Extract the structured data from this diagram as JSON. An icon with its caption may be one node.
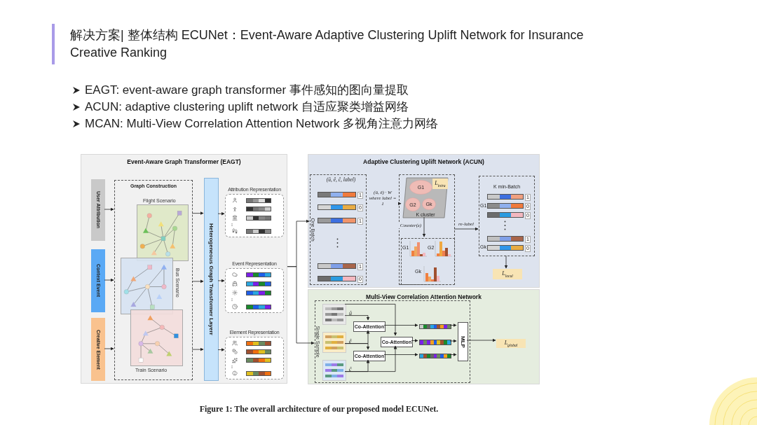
{
  "diagram": {
    "title": "解决方案| 整体结构 ECUNet：Event-Aware Adaptive Clustering Uplift Network for Insurance Creative Ranking",
    "caption": "Figure 1: The overall architecture of our proposed model ECUNet.",
    "nodes": [
      {
        "text": [
          "Event-Aware Graph Transformer (EAGT)"
        ]
      },
      {
        "text": [
          "User Attribution"
        ],
        "in": 0
      },
      {
        "text": [
          "Context Event"
        ],
        "in": 0
      },
      {
        "text": [
          "Creative Element"
        ],
        "in": 0
      },
      {
        "text": [
          "Graph Construction"
        ],
        "in": 0
      },
      {
        "text": [
          "Flight Scenario"
        ],
        "in": 4
      },
      {
        "text": [
          "Bus Scenario"
        ],
        "in": 4
      },
      {
        "text": [
          "Train Scenario"
        ],
        "in": 4
      },
      {
        "text": [
          "Heterogeneous Graph Transformer Layerr"
        ],
        "in": 0
      },
      {
        "text": [
          "Attribution Representation"
        ],
        "in": 0
      },
      {
        "text": [
          "Event Representation"
        ],
        "in": 0
      },
      {
        "text": [
          "Element Representation"
        ],
        "in": 0
      },
      {
        "text": [
          "Adaptive Clustering Uplift Network (ACUN)"
        ]
      },
      {
        "text": [
          "(û, ê, ĉ, label)",
          "One Batch"
        ],
        "in": 12
      },
      {
        "text": [],
        "shape": "box",
        "in": 12
      },
      {
        "text": [
          "K cluster"
        ],
        "in": 14
      },
      {
        "text": [
          "L$_{intra}$"
        ],
        "in": 15
      },
      {
        "text": [
          "G1"
        ],
        "in": 15
      },
      {
        "text": [
          "G2"
        ],
        "in": 15
      },
      {
        "text": [
          "Gk"
        ],
        "in": 15
      },
      {
        "text": [
          "G1",
          "G2",
          "Gk"
        ],
        "in": 14
      },
      {
        "text": [
          "K min-Batch",
          "G1",
          "Gk"
        ],
        "in": 12
      },
      {
        "text": [
          "L$_{local}$"
        ],
        "in": 12
      },
      {
        "text": [
          "Multi-View Correlation Attention Network"
        ]
      },
      {
        "text": [
          "Single Sample"
        ],
        "in": 23
      },
      {
        "text": [
          "û"
        ],
        "in": 24
      },
      {
        "text": [
          "ê"
        ],
        "in": 24
      },
      {
        "text": [
          "ĉ"
        ],
        "in": 24
      },
      {
        "text": [
          "Co-Attention"
        ],
        "in": 24
      },
      {
        "text": [
          "Co-Attention"
        ],
        "in": 24
      },
      {
        "text": [
          "Co-Attention"
        ],
        "in": 24
      },
      {
        "text": [],
        "shape": "bar",
        "in": 24
      },
      {
        "text": [],
        "shape": "bar",
        "in": 24
      },
      {
        "text": [],
        "shape": "bar",
        "in": 24
      },
      {
        "text": [
          "MLP"
        ],
        "in": 24
      },
      {
        "text": [
          "L$_{global}$"
        ],
        "in": 23
      }
    ],
    "edges": [
      {
        "from": 1,
        "to": 4,
        "arrow": "to"
      },
      {
        "from": 2,
        "to": 4,
        "arrow": "to"
      },
      {
        "from": 3,
        "to": 4,
        "arrow": "to"
      },
      {
        "from": 4,
        "to": 8,
        "arrow": "to"
      },
      {
        "from": 4,
        "to": 8,
        "arrow": "to"
      },
      {
        "from": 4,
        "to": 8,
        "arrow": "to"
      },
      {
        "from": 8,
        "to": 9,
        "arrow": "to"
      },
      {
        "from": 8,
        "to": 10,
        "arrow": "to"
      },
      {
        "from": 8,
        "to": 11,
        "arrow": "to"
      },
      {
        "from": 0,
        "to": 13,
        "arrow": "to"
      },
      {
        "from": 0,
        "to": 24,
        "arrow": "to"
      },
      {
        "from": 13,
        "to": 15,
        "arrow": "to",
        "label": "(û, ê) · W where label = 1"
      },
      {
        "from": 15,
        "to": 20,
        "arrow": "to",
        "label": "Counter(z)"
      },
      {
        "from": 14,
        "to": 21,
        "arrow": "to",
        "label": "re-label"
      },
      {
        "from": 21,
        "to": 22,
        "arrow": "to"
      },
      {
        "from": 25,
        "to": 28,
        "arrow": "to"
      },
      {
        "from": 25,
        "to": 29,
        "arrow": "to"
      },
      {
        "from": 26,
        "to": 28,
        "arrow": "to"
      },
      {
        "from": 26,
        "to": 30,
        "arrow": "to"
      },
      {
        "from": 27,
        "to": 30,
        "arrow": "to"
      },
      {
        "from": 27,
        "to": 29,
        "arrow": "to"
      },
      {
        "from": 28,
        "to": 31,
        "arrow": "to"
      },
      {
        "from": 29,
        "to": 32,
        "arrow": "to"
      },
      {
        "from": 30,
        "to": 33,
        "arrow": "to"
      },
      {
        "from": 31,
        "to": 34,
        "arrow": "to"
      },
      {
        "from": 32,
        "to": 34,
        "arrow": "to"
      },
      {
        "from": 33,
        "to": 34,
        "arrow": "to"
      },
      {
        "from": 34,
        "to": 35,
        "arrow": "to"
      }
    ],
    "labels": [
      "EAGT: event-aware graph transformer 事件感知的图向量提取",
      "ACUN: adaptive clustering uplift network 自适应聚类增益网络",
      "MCAN: Multi-View Correlation Attention Network 多视角注意力网络",
      "1",
      "0",
      "1",
      "1",
      "0",
      "1",
      "0",
      "0",
      "1",
      "0"
    ]
  }
}
